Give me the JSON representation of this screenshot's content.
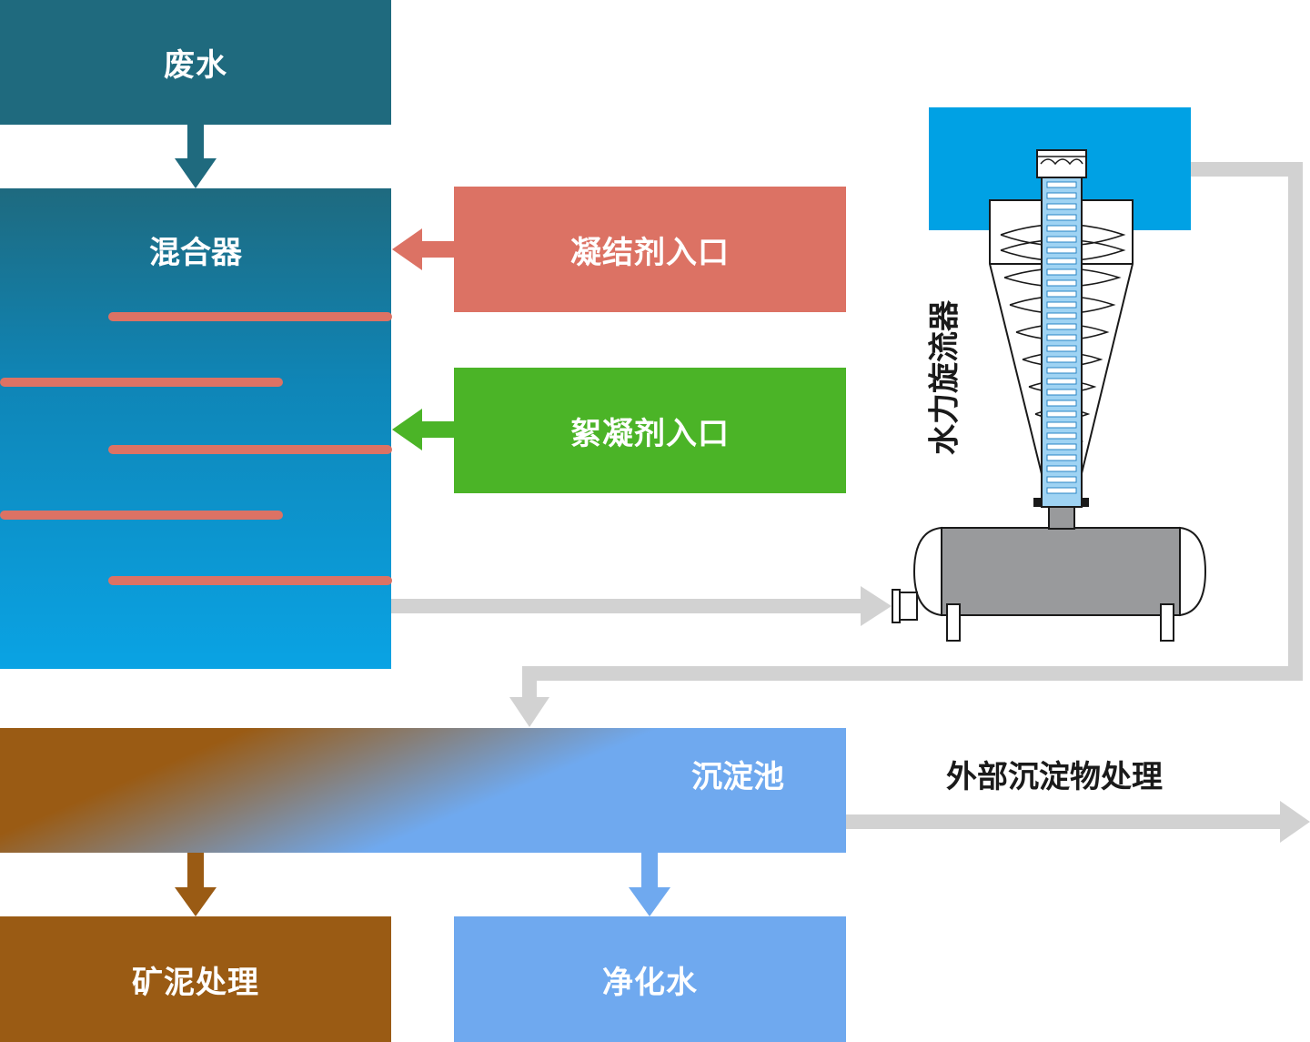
{
  "nodes": {
    "wastewater": "废水",
    "mixer": "混合器",
    "coagulant_inlet": "凝结剂入口",
    "flocculant_inlet": "絮凝剂入口",
    "hydrocyclone": "水力旋流器",
    "sedimentation_tank": "沉淀池",
    "external_sediment": "外部沉淀物处理",
    "sludge_treatment": "矿泥处理",
    "purified_water": "净化水"
  },
  "colors": {
    "wastewater": "#1f6a7e",
    "coagulant": "#dc7264",
    "flocculant": "#4bb427",
    "sludge": "#9a5b14",
    "clean_water": "#6fa9ef",
    "cyclone_top": "#00a1e4",
    "pipe": "#d2d2d2"
  }
}
